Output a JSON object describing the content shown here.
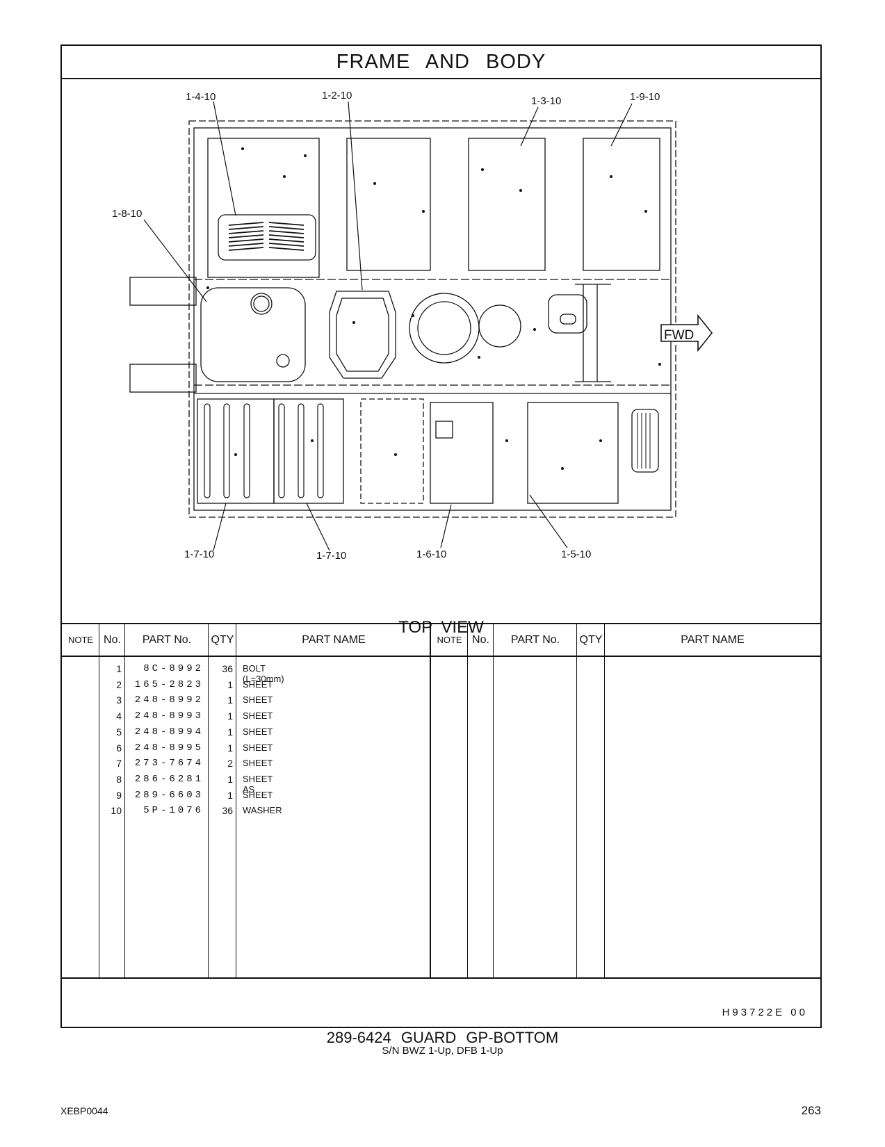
{
  "page_title": "FRAME  AND  BODY",
  "view_label": "TOP  VIEW",
  "fwd_label": "FWD",
  "callouts": {
    "c1_4": "1-4-10",
    "c1_2": "1-2-10",
    "c1_3": "1-3-10",
    "c1_9": "1-9-10",
    "c1_8": "1-8-10",
    "c1_7a": "1-7-10",
    "c1_7b": "1-7-10",
    "c1_6": "1-6-10",
    "c1_5": "1-5-10"
  },
  "table": {
    "headers": [
      "NOTE",
      "No.",
      "PART No.",
      "QTY",
      "PART NAME"
    ],
    "rows": [
      {
        "no": "1",
        "part": "8C-8992",
        "qty": "36",
        "name": "BOLT (L=30mm)"
      },
      {
        "no": "2",
        "part": "165-2823",
        "qty": "1",
        "name": "SHEET"
      },
      {
        "no": "3",
        "part": "248-8992",
        "qty": "1",
        "name": "SHEET"
      },
      {
        "no": "4",
        "part": "248-8993",
        "qty": "1",
        "name": "SHEET"
      },
      {
        "no": "5",
        "part": "248-8994",
        "qty": "1",
        "name": "SHEET"
      },
      {
        "no": "6",
        "part": "248-8995",
        "qty": "1",
        "name": "SHEET"
      },
      {
        "no": "7",
        "part": "273-7674",
        "qty": "2",
        "name": "SHEET"
      },
      {
        "no": "8",
        "part": "286-6281",
        "qty": "1",
        "name": "SHEET  AS"
      },
      {
        "no": "9",
        "part": "289-6603",
        "qty": "1",
        "name": "SHEET"
      },
      {
        "no": "10",
        "part": "5P-1076",
        "qty": "36",
        "name": "WASHER"
      }
    ]
  },
  "drawing_code": "H93722E    00",
  "assembly_title": "289-6424  GUARD  GP-BOTTOM",
  "serial_range": "S/N BWZ 1-Up, DFB 1-Up",
  "doc_number": "XEBP0044",
  "page_number": "263"
}
